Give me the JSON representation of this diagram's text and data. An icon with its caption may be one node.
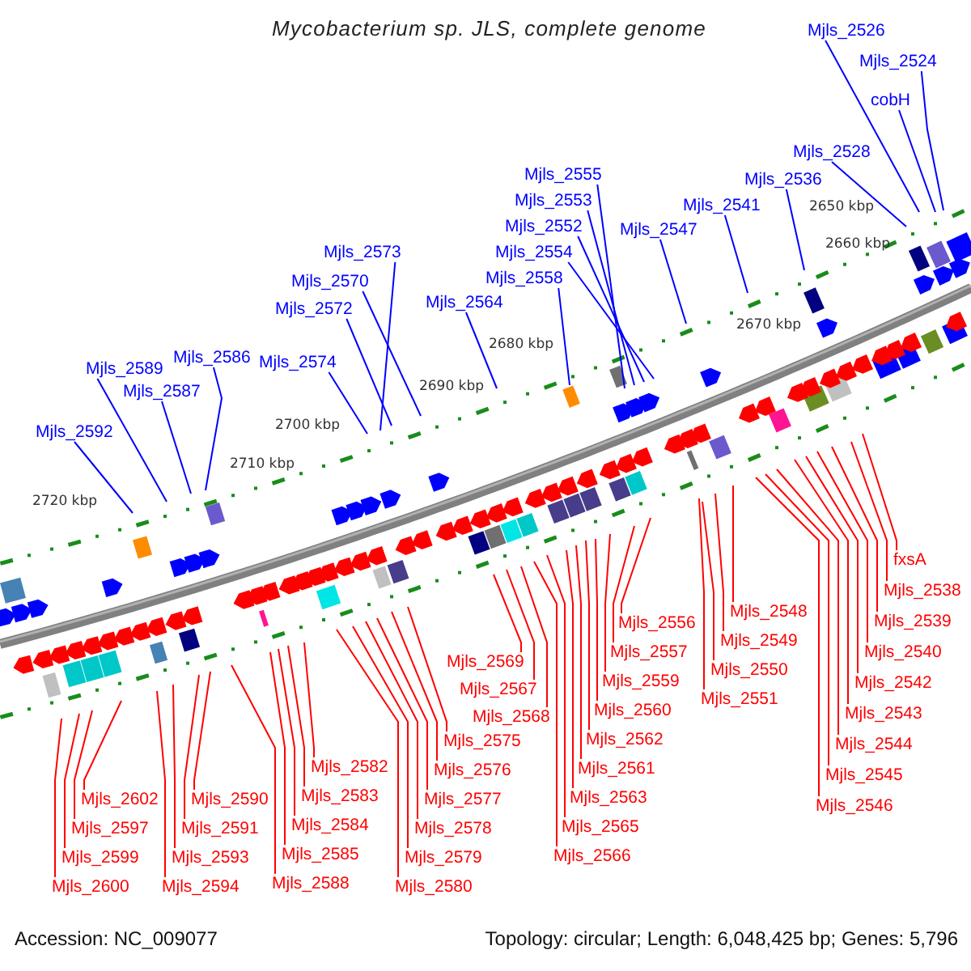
{
  "diagram": {
    "title": "Mycobacterium sp. JLS, complete genome",
    "nodes": [
      {
        "text": [
          "Mjls_2526"
        ]
      },
      {
        "text": [
          "Mjls_2524"
        ]
      },
      {
        "text": [
          "cobH"
        ]
      },
      {
        "text": [
          "Mjls_2528"
        ]
      },
      {
        "text": [
          "Mjls_2555"
        ]
      },
      {
        "text": [
          "Mjls_2536"
        ]
      },
      {
        "text": [
          "Mjls_2553"
        ]
      },
      {
        "text": [
          "Mjls_2541"
        ]
      },
      {
        "text": [
          "Mjls_2552"
        ]
      },
      {
        "text": [
          "Mjls_2547"
        ]
      },
      {
        "text": [
          "Mjls_2554"
        ]
      },
      {
        "text": [
          "Mjls_2573"
        ]
      },
      {
        "text": [
          "Mjls_2558"
        ]
      },
      {
        "text": [
          "Mjls_2570"
        ]
      },
      {
        "text": [
          "Mjls_2564"
        ]
      },
      {
        "text": [
          "Mjls_2572"
        ]
      },
      {
        "text": [
          "Mjls_2586"
        ]
      },
      {
        "text": [
          "Mjls_2574"
        ]
      },
      {
        "text": [
          "Mjls_2589"
        ]
      },
      {
        "text": [
          "Mjls_2587"
        ]
      },
      {
        "text": [
          "Mjls_2592"
        ]
      },
      {
        "text": [
          "Mjls_2602"
        ]
      },
      {
        "text": [
          "Mjls_2597"
        ]
      },
      {
        "text": [
          "Mjls_2599"
        ]
      },
      {
        "text": [
          "Mjls_2600"
        ]
      },
      {
        "text": [
          "Mjls_2590"
        ]
      },
      {
        "text": [
          "Mjls_2591"
        ]
      },
      {
        "text": [
          "Mjls_2593"
        ]
      },
      {
        "text": [
          "Mjls_2594"
        ]
      },
      {
        "text": [
          "Mjls_2582"
        ]
      },
      {
        "text": [
          "Mjls_2583"
        ]
      },
      {
        "text": [
          "Mjls_2584"
        ]
      },
      {
        "text": [
          "Mjls_2585"
        ]
      },
      {
        "text": [
          "Mjls_2588"
        ]
      },
      {
        "text": [
          "Mjls_2575"
        ]
      },
      {
        "text": [
          "Mjls_2576"
        ]
      },
      {
        "text": [
          "Mjls_2577"
        ]
      },
      {
        "text": [
          "Mjls_2578"
        ]
      },
      {
        "text": [
          "Mjls_2579"
        ]
      },
      {
        "text": [
          "Mjls_2580"
        ]
      },
      {
        "text": [
          "Mjls_2569"
        ]
      },
      {
        "text": [
          "Mjls_2567"
        ]
      },
      {
        "text": [
          "Mjls_2568"
        ]
      },
      {
        "text": [
          "Mjls_2556"
        ]
      },
      {
        "text": [
          "Mjls_2557"
        ]
      },
      {
        "text": [
          "Mjls_2559"
        ]
      },
      {
        "text": [
          "Mjls_2560"
        ]
      },
      {
        "text": [
          "Mjls_2562"
        ]
      },
      {
        "text": [
          "Mjls_2561"
        ]
      },
      {
        "text": [
          "Mjls_2563"
        ]
      },
      {
        "text": [
          "Mjls_2565"
        ]
      },
      {
        "text": [
          "Mjls_2566"
        ]
      },
      {
        "text": [
          "Mjls_2548"
        ]
      },
      {
        "text": [
          "Mjls_2549"
        ]
      },
      {
        "text": [
          "Mjls_2550"
        ]
      },
      {
        "text": [
          "Mjls_2551"
        ]
      },
      {
        "text": [
          "fxsA"
        ]
      },
      {
        "text": [
          "Mjls_2538"
        ]
      },
      {
        "text": [
          "Mjls_2539"
        ]
      },
      {
        "text": [
          "Mjls_2540"
        ]
      },
      {
        "text": [
          "Mjls_2542"
        ]
      },
      {
        "text": [
          "Mjls_2543"
        ]
      },
      {
        "text": [
          "Mjls_2544"
        ]
      },
      {
        "text": [
          "Mjls_2545"
        ]
      },
      {
        "text": [
          "Mjls_2546"
        ]
      }
    ],
    "edges": [
      {
        "from": 0,
        "to": null,
        "arrow": "none",
        "color": "#0000ff"
      },
      {
        "from": 1,
        "to": null,
        "arrow": "none",
        "color": "#0000ff"
      },
      {
        "from": 2,
        "to": null,
        "arrow": "none",
        "color": "#0000ff"
      },
      {
        "from": 3,
        "to": null,
        "arrow": "none",
        "color": "#0000ff"
      },
      {
        "from": 4,
        "to": null,
        "arrow": "none",
        "color": "#0000ff"
      },
      {
        "from": 5,
        "to": null,
        "arrow": "none",
        "color": "#0000ff"
      },
      {
        "from": 6,
        "to": null,
        "arrow": "none",
        "color": "#0000ff"
      },
      {
        "from": 7,
        "to": null,
        "arrow": "none",
        "color": "#0000ff"
      },
      {
        "from": 8,
        "to": null,
        "arrow": "none",
        "color": "#0000ff"
      },
      {
        "from": 9,
        "to": null,
        "arrow": "none",
        "color": "#0000ff"
      },
      {
        "from": 10,
        "to": null,
        "arrow": "none",
        "color": "#0000ff"
      },
      {
        "from": 11,
        "to": null,
        "arrow": "none",
        "color": "#0000ff"
      },
      {
        "from": 12,
        "to": null,
        "arrow": "none",
        "color": "#0000ff"
      },
      {
        "from": 13,
        "to": null,
        "arrow": "none",
        "color": "#0000ff"
      },
      {
        "from": 14,
        "to": null,
        "arrow": "none",
        "color": "#0000ff"
      },
      {
        "from": 15,
        "to": null,
        "arrow": "none",
        "color": "#0000ff"
      },
      {
        "from": 16,
        "to": null,
        "arrow": "none",
        "color": "#0000ff"
      },
      {
        "from": 17,
        "to": null,
        "arrow": "none",
        "color": "#0000ff"
      },
      {
        "from": 18,
        "to": null,
        "arrow": "none",
        "color": "#0000ff"
      },
      {
        "from": 19,
        "to": null,
        "arrow": "none",
        "color": "#0000ff"
      },
      {
        "from": 20,
        "to": null,
        "arrow": "none",
        "color": "#0000ff"
      },
      {
        "from": 21,
        "to": null,
        "arrow": "none"
      },
      {
        "from": 22,
        "to": null,
        "arrow": "none"
      },
      {
        "from": 23,
        "to": null,
        "arrow": "none"
      },
      {
        "from": 24,
        "to": null,
        "arrow": "none"
      },
      {
        "from": 25,
        "to": null,
        "arrow": "none"
      },
      {
        "from": 26,
        "to": null,
        "arrow": "none"
      },
      {
        "from": 27,
        "to": null,
        "arrow": "none"
      },
      {
        "from": 28,
        "to": null,
        "arrow": "none"
      },
      {
        "from": 29,
        "to": null,
        "arrow": "none"
      },
      {
        "from": 30,
        "to": null,
        "arrow": "none"
      },
      {
        "from": 31,
        "to": null,
        "arrow": "none"
      },
      {
        "from": 32,
        "to": null,
        "arrow": "none"
      },
      {
        "from": 33,
        "to": null,
        "arrow": "none"
      },
      {
        "from": 34,
        "to": null,
        "arrow": "none"
      },
      {
        "from": 35,
        "to": null,
        "arrow": "none"
      },
      {
        "from": 36,
        "to": null,
        "arrow": "none"
      },
      {
        "from": 37,
        "to": null,
        "arrow": "none"
      },
      {
        "from": 38,
        "to": null,
        "arrow": "none"
      },
      {
        "from": 39,
        "to": null,
        "arrow": "none"
      },
      {
        "from": 40,
        "to": null,
        "arrow": "none"
      },
      {
        "from": 41,
        "to": null,
        "arrow": "none"
      },
      {
        "from": 42,
        "to": null,
        "arrow": "none"
      },
      {
        "from": 43,
        "to": null,
        "arrow": "none"
      },
      {
        "from": 44,
        "to": null,
        "arrow": "none"
      },
      {
        "from": 45,
        "to": null,
        "arrow": "none"
      },
      {
        "from": 46,
        "to": null,
        "arrow": "none"
      },
      {
        "from": 47,
        "to": null,
        "arrow": "none"
      },
      {
        "from": 48,
        "to": null,
        "arrow": "none"
      },
      {
        "from": 49,
        "to": null,
        "arrow": "none"
      },
      {
        "from": 50,
        "to": null,
        "arrow": "none"
      },
      {
        "from": 51,
        "to": null,
        "arrow": "none"
      },
      {
        "from": 52,
        "to": null,
        "arrow": "none"
      },
      {
        "from": 53,
        "to": null,
        "arrow": "none"
      },
      {
        "from": 54,
        "to": null,
        "arrow": "none"
      },
      {
        "from": 55,
        "to": null,
        "arrow": "none"
      },
      {
        "from": 56,
        "to": null,
        "arrow": "none"
      },
      {
        "from": 57,
        "to": null,
        "arrow": "none"
      },
      {
        "from": 58,
        "to": null,
        "arrow": "none"
      },
      {
        "from": 59,
        "to": null,
        "arrow": "none"
      },
      {
        "from": 60,
        "to": null,
        "arrow": "none"
      },
      {
        "from": 61,
        "to": null,
        "arrow": "none"
      },
      {
        "from": 62,
        "to": null,
        "arrow": "none"
      },
      {
        "from": 63,
        "to": null,
        "arrow": "none"
      },
      {
        "from": 64,
        "to": null,
        "arrow": "none"
      }
    ],
    "labels": [
      "2650 kbp",
      "2660 kbp",
      "2670 kbp",
      "2680 kbp",
      "2690 kbp",
      "2700 kbp",
      "2710 kbp",
      "2720 kbp",
      "Accession: NC_009077",
      "Topology: circular; Length: 6,048,425 bp; Genes: 5,796"
    ]
  }
}
